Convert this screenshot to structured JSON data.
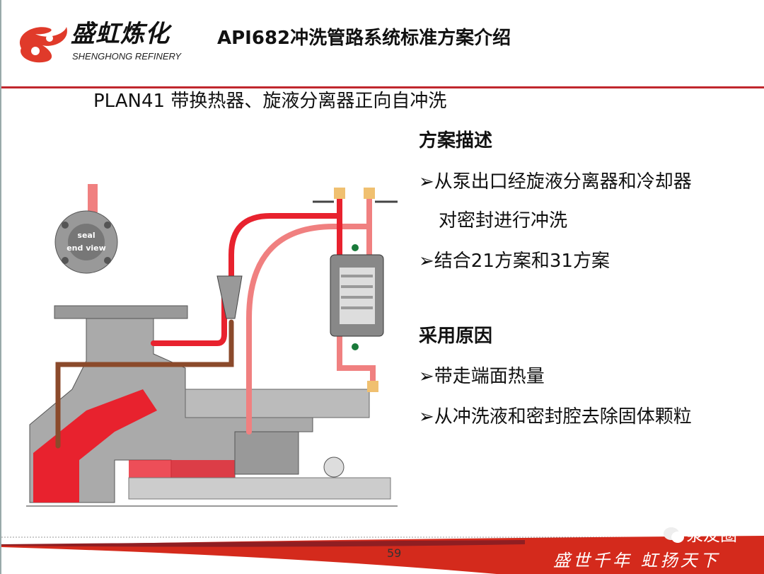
{
  "header": {
    "logo_cn": "盛虹炼化",
    "logo_en": "SHENGHONG REFINERY",
    "title": "API682冲洗管路系统标准方案介绍"
  },
  "subtitle": "PLAN41 带换热器、旋液分离器正向自冲洗",
  "diagram": {
    "seal_label_1": "seal",
    "seal_label_2": "end view"
  },
  "description": {
    "heading": "方案描述",
    "bullets": [
      "从泵出口经旋液分离器和冷却器",
      "对密封进行冲洗",
      "结合21方案和31方案"
    ]
  },
  "reasons": {
    "heading": "采用原因",
    "bullets": [
      "带走端面热量",
      "从冲洗液和密封腔去除固体颗粒"
    ]
  },
  "footer": {
    "page": "59",
    "watermark": "泵友圈",
    "motto": "盛世千年 虹扬天下"
  },
  "colors": {
    "accent": "#c0272d",
    "pipe_red": "#e8222e",
    "pipe_pink": "#f08080",
    "pipe_brown": "#8b4a2b",
    "metal": "#8c8c8c"
  }
}
